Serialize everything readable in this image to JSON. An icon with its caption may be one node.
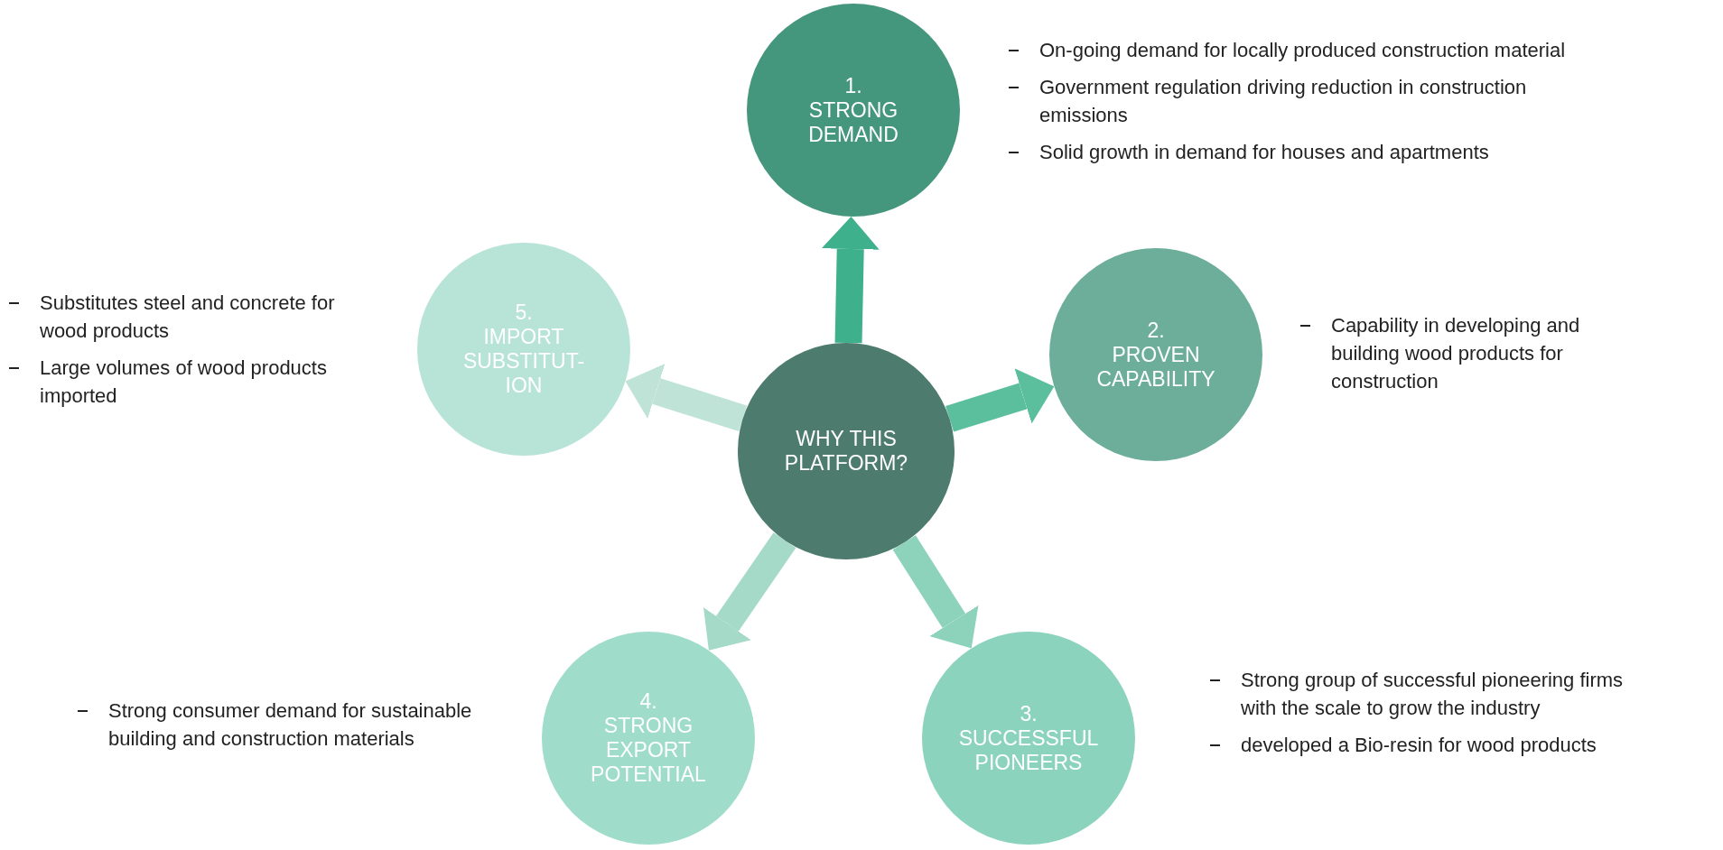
{
  "diagram": {
    "nodes": [
      {
        "text": [
          "WHY THIS PLATFORM?"
        ]
      },
      {
        "text": [
          "1.",
          "STRONG DEMAND"
        ],
        "beside": [
          "On-going demand for locally produced construction material",
          "Government regulation driving reduction in construction emissions",
          "Solid growth in demand for houses and apartments"
        ]
      },
      {
        "text": [
          "2.",
          "PROVEN CAPABILITY"
        ],
        "beside": [
          "Capability in developing and building wood products for construction"
        ]
      },
      {
        "text": [
          "3.",
          "SUCCESSFUL PIONEERS"
        ],
        "beside": [
          "Strong group of successful pioneering firms with the scale to grow the industry",
          "developed a Bio-resin for wood products"
        ]
      },
      {
        "text": [
          "4.",
          "STRONG EXPORT POTENTIAL"
        ],
        "beside": [
          "Strong consumer demand for sustainable building and construction materials"
        ]
      },
      {
        "text": [
          "5.",
          "IMPORT SUBSTITUT-ION"
        ],
        "beside": [
          "Substitutes steel and concrete for wood products",
          "Large volumes of wood products imported"
        ]
      }
    ],
    "edges": [
      {
        "from": 0,
        "to": 1,
        "arrow": "to",
        "color": "#3fb08c"
      },
      {
        "from": 0,
        "to": 2,
        "arrow": "to",
        "color": "#5bbf9e"
      },
      {
        "from": 0,
        "to": 3,
        "arrow": "to",
        "color": "#8dd3bb"
      },
      {
        "from": 0,
        "to": 4,
        "arrow": "to",
        "color": "#a5d9c8"
      },
      {
        "from": 0,
        "to": 5,
        "arrow": "to",
        "color": "#c0e3d8"
      }
    ]
  }
}
